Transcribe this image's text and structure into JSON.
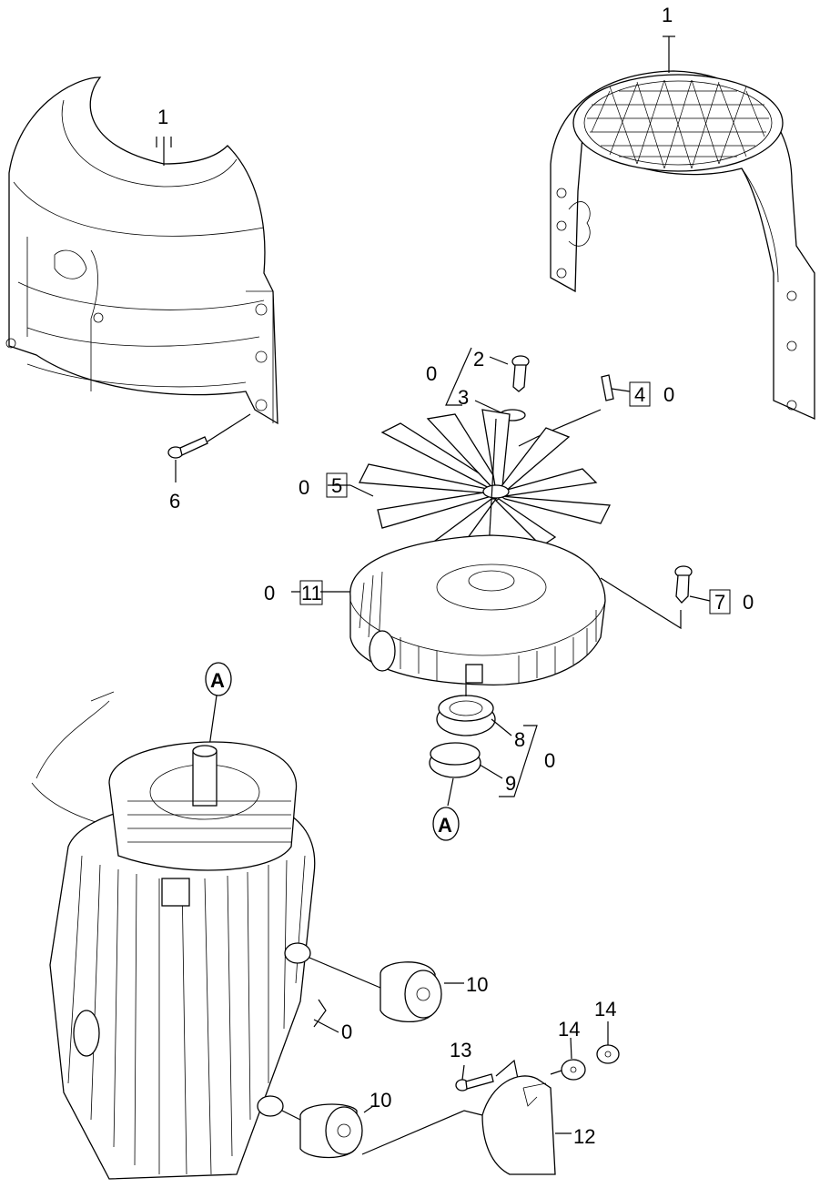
{
  "title": "Motor assembly exploded parts diagram",
  "callouts": {
    "cover_left": "1",
    "cover_right": "1",
    "screw_2": "2",
    "washer_3": "3",
    "group_0_a": "0",
    "key_4": "4",
    "group_0_b": "0",
    "fan_5": "5",
    "group_0_c": "0",
    "screw_6": "6",
    "flange_11": "11",
    "group_0_d": "0",
    "screw_7": "7",
    "group_0_e": "0",
    "ref_a_top": "A",
    "ref_a_bottom": "A",
    "bearing_8": "8",
    "ring_9": "9",
    "group_0_f": "0",
    "damper_10_top": "10",
    "group_0_g": "0",
    "screw_13": "13",
    "washer_14_a": "14",
    "washer_14_b": "14",
    "damper_10_bottom": "10",
    "bracket_12": "12"
  }
}
